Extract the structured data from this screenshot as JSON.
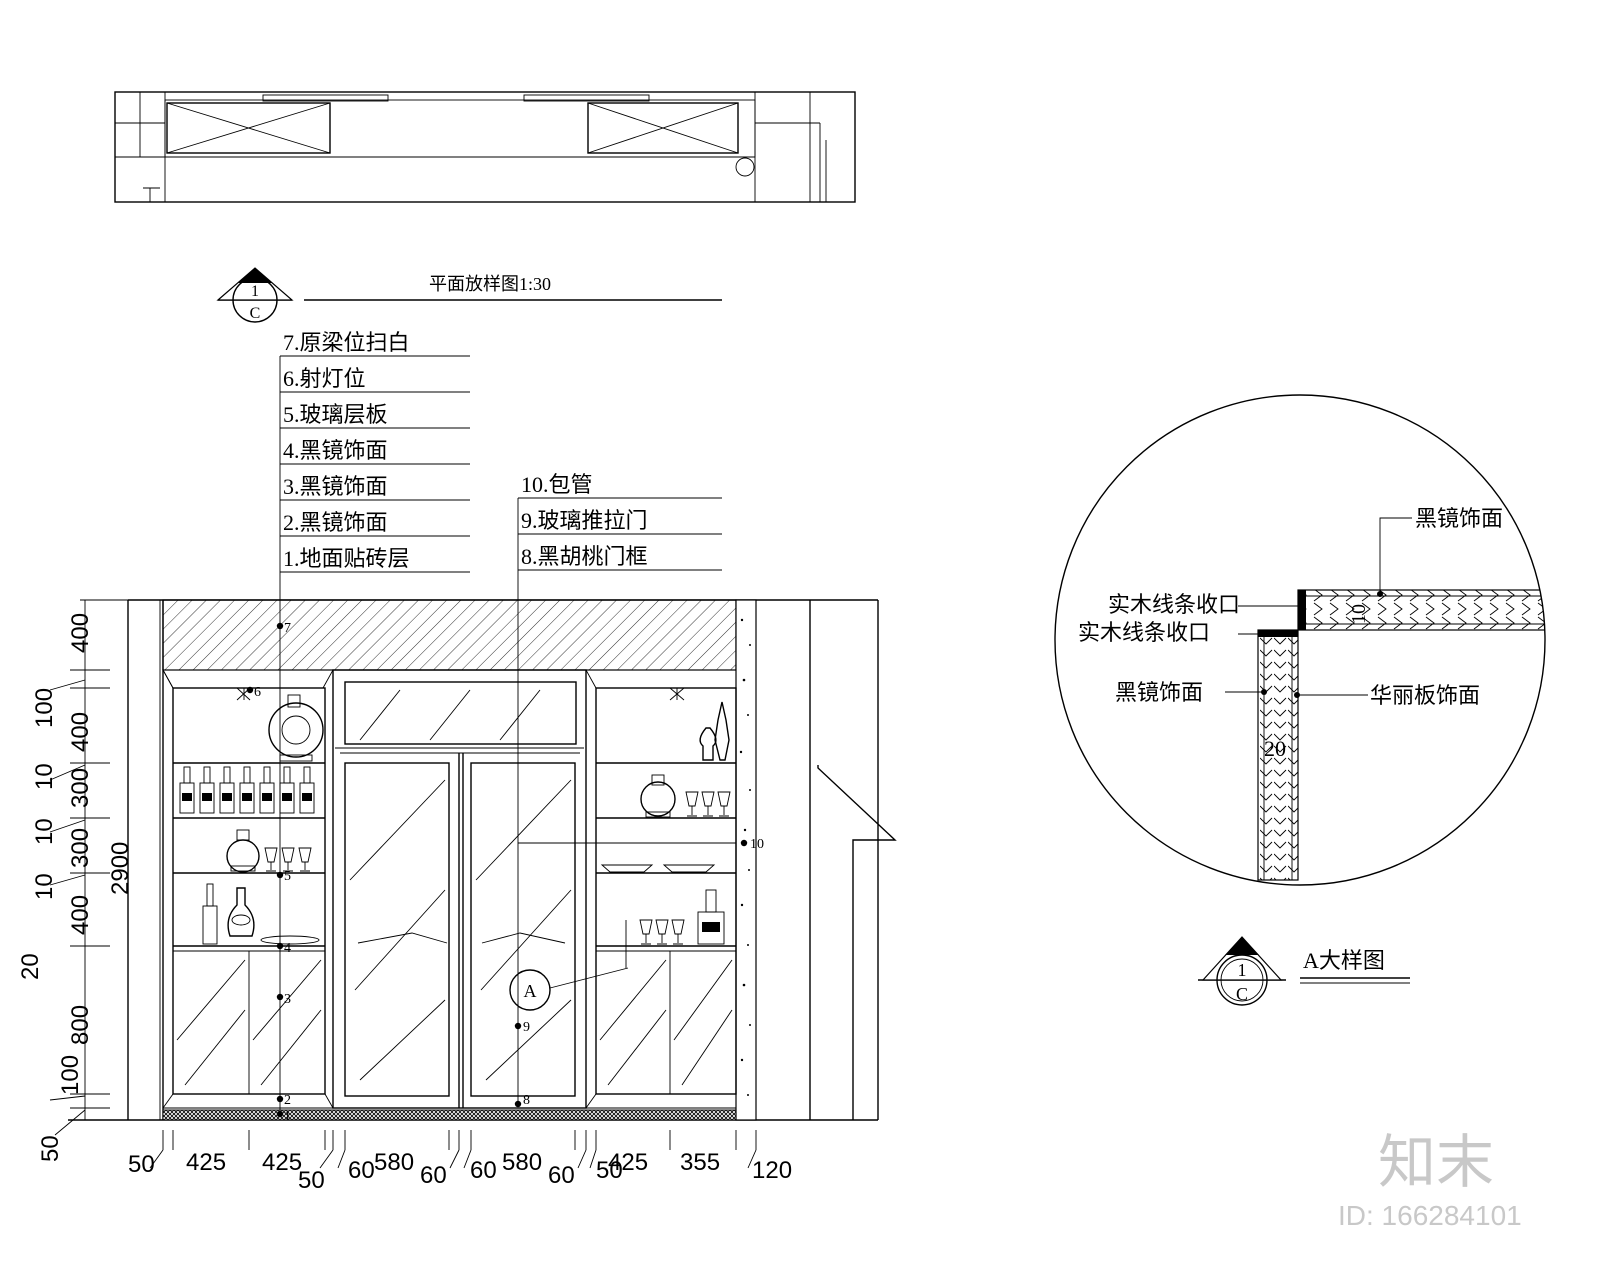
{
  "plan_title": "平面放样图1:30",
  "section_mark": {
    "num": "1",
    "sheet": "C"
  },
  "detail_mark_letter": "A",
  "detail_title": "A大样图",
  "callouts_left": [
    "7.原梁位扫白",
    "6.射灯位",
    "5.玻璃层板",
    "4.黑镜饰面",
    "3.黑镜饰面",
    "2.黑镜饰面",
    "1.地面贴砖层"
  ],
  "callouts_right": [
    "10.包管",
    "9.玻璃推拉门",
    "8.黑胡桃门框"
  ],
  "point_tags": [
    "7",
    "6",
    "5",
    "4",
    "3",
    "2",
    "1",
    "10",
    "9",
    "8"
  ],
  "detail_labels": {
    "black_mirror_top": "黑镜饰面",
    "wood_strip_1": "实木线条收口",
    "wood_strip_2": "实木线条收口",
    "black_mirror_left": "黑镜饰面",
    "veneer": "华丽板饰面",
    "dim_10": "10",
    "dim_20": "20"
  },
  "dims_left": [
    "400",
    "100",
    "400",
    "10",
    "300",
    "10",
    "300",
    "10",
    "400",
    "20",
    "800",
    "100",
    "50"
  ],
  "dim_total": "2900",
  "dims_bottom": [
    "50",
    "425",
    "425",
    "50",
    "60",
    "580",
    "60",
    "60",
    "580",
    "60",
    "50",
    "425",
    "355",
    "120"
  ],
  "watermark": {
    "logo": "知末",
    "id": "ID: 166284101"
  }
}
